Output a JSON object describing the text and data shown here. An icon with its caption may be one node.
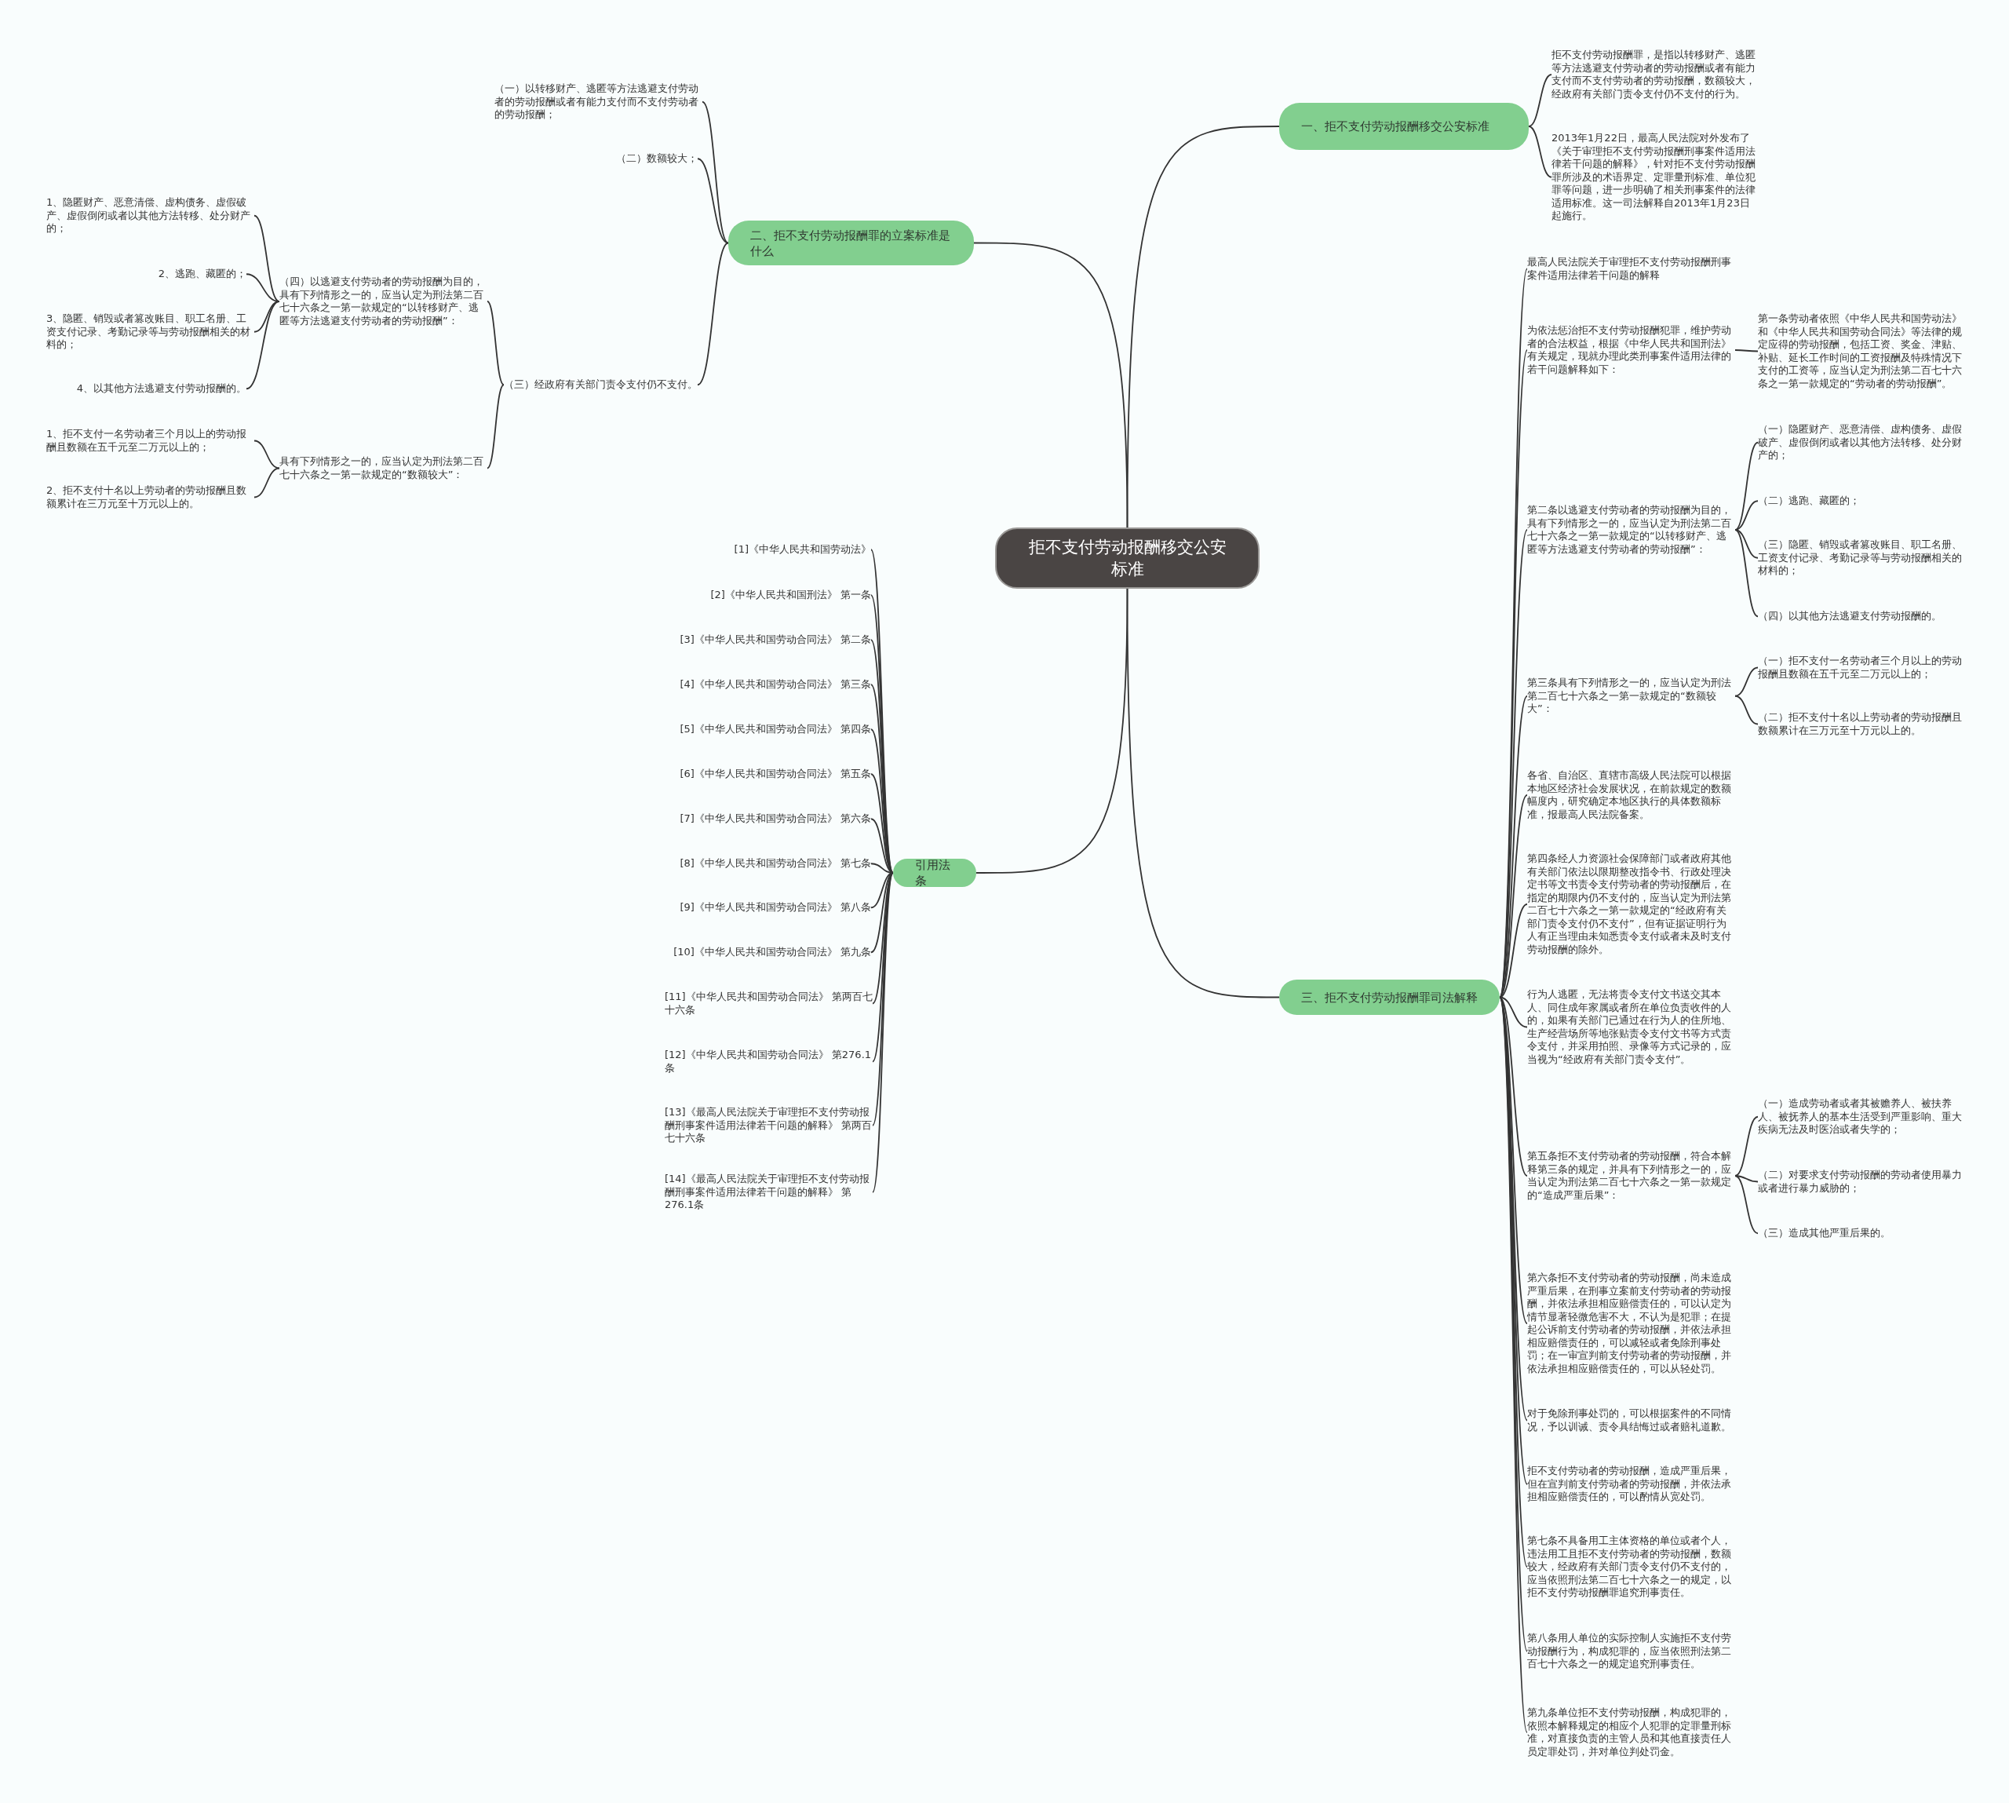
{
  "diagram": {
    "nodes": [
      {
        "text": [
          "拒不支付劳动报酬移交公安标准"
        ]
      },
      {
        "text": [
          "一、拒不支付劳动报酬移交公安标准"
        ]
      },
      {
        "text": [
          "拒不支付劳动报酬罪，是指以转移财产、逃匿等方法逃避支付劳动者的劳动报酬或者有能力支付而不支付劳动者的劳动报酬，数额较大，经政府有关部门责令支付仍不支付的行为。"
        ]
      },
      {
        "text": [
          "2013年1月22日，最高人民法院对外发布了《关于审理拒不支付劳动报酬刑事案件适用法律若干问题的解释》，针对拒不支付劳动报酬罪所涉及的术语界定、定罪量刑标准、单位犯罪等问题，进一步明确了相关刑事案件的法律适用标准。这一司法解释自2013年1月23日起施行。"
        ]
      },
      {
        "text": [
          "二、拒不支付劳动报酬罪的立案标准是什么"
        ]
      },
      {
        "text": [
          "（一）以转移财产、逃匿等方法逃避支付劳动者的劳动报酬或者有能力支付而不支付劳动者的劳动报酬；"
        ]
      },
      {
        "text": [
          "（二）数额较大；"
        ]
      },
      {
        "text": [
          "（三）经政府有关部门责令支付仍不支付。"
        ]
      },
      {
        "text": [
          "（四）以逃避支付劳动者的劳动报酬为目的，具有下列情形之一的，应当认定为刑法第二百七十六条之一第一款规定的“以转移财产、逃匿等方法逃避支付劳动者的劳动报酬”："
        ]
      },
      {
        "text": [
          "1、隐匿财产、恶意清偿、虚构债务、虚假破产、虚假倒闭或者以其他方法转移、处分财产的；"
        ]
      },
      {
        "text": [
          "2、逃跑、藏匿的；"
        ]
      },
      {
        "text": [
          "3、隐匿、销毁或者篡改账目、职工名册、工资支付记录、考勤记录等与劳动报酬相关的材料的；"
        ]
      },
      {
        "text": [
          "4、以其他方法逃避支付劳动报酬的。"
        ]
      },
      {
        "text": [
          "具有下列情形之一的，应当认定为刑法第二百七十六条之一第一款规定的“数额较大”："
        ]
      },
      {
        "text": [
          "1、拒不支付一名劳动者三个月以上的劳动报酬且数额在五千元至二万元以上的；"
        ]
      },
      {
        "text": [
          "2、拒不支付十名以上劳动者的劳动报酬且数额累计在三万元至十万元以上的。"
        ]
      },
      {
        "text": [
          "引用法条"
        ]
      },
      {
        "text": [
          "[1]《中华人民共和国劳动法》"
        ]
      },
      {
        "text": [
          "[2]《中华人民共和国刑法》 第一条"
        ]
      },
      {
        "text": [
          "[3]《中华人民共和国劳动合同法》 第二条"
        ]
      },
      {
        "text": [
          "[4]《中华人民共和国劳动合同法》 第三条"
        ]
      },
      {
        "text": [
          "[5]《中华人民共和国劳动合同法》 第四条"
        ]
      },
      {
        "text": [
          "[6]《中华人民共和国劳动合同法》 第五条"
        ]
      },
      {
        "text": [
          "[7]《中华人民共和国劳动合同法》 第六条"
        ]
      },
      {
        "text": [
          "[8]《中华人民共和国劳动合同法》 第七条"
        ]
      },
      {
        "text": [
          "[9]《中华人民共和国劳动合同法》 第八条"
        ]
      },
      {
        "text": [
          "[10]《中华人民共和国劳动合同法》 第九条"
        ]
      },
      {
        "text": [
          "[11]《中华人民共和国劳动合同法》 第两百七十六条"
        ]
      },
      {
        "text": [
          "[12]《中华人民共和国劳动合同法》 第276.1条"
        ]
      },
      {
        "text": [
          "[13]《最高人民法院关于审理拒不支付劳动报酬刑事案件适用法律若干问题的解释》 第两百七十六条"
        ]
      },
      {
        "text": [
          "[14]《最高人民法院关于审理拒不支付劳动报酬刑事案件适用法律若干问题的解释》 第276.1条"
        ]
      },
      {
        "text": [
          "三、拒不支付劳动报酬罪司法解释"
        ]
      },
      {
        "text": [
          "最高人民法院关于审理拒不支付劳动报酬刑事案件适用法律若干问题的解释"
        ]
      },
      {
        "text": [
          "为依法惩治拒不支付劳动报酬犯罪，维护劳动者的合法权益，根据《中华人民共和国刑法》有关规定，现就办理此类刑事案件适用法律的若干问题解释如下："
        ]
      },
      {
        "text": [
          "第一条劳动者依照《中华人民共和国劳动法》和《中华人民共和国劳动合同法》等法律的规定应得的劳动报酬，包括工资、奖金、津贴、补贴、延长工作时间的工资报酬及特殊情况下支付的工资等，应当认定为刑法第二百七十六条之一第一款规定的“劳动者的劳动报酬”。"
        ]
      },
      {
        "text": [
          "第二条以逃避支付劳动者的劳动报酬为目的，具有下列情形之一的，应当认定为刑法第二百七十六条之一第一款规定的“以转移财产、逃匿等方法逃避支付劳动者的劳动报酬”："
        ]
      },
      {
        "text": [
          "（一）隐匿财产、恶意清偿、虚构债务、虚假破产、虚假倒闭或者以其他方法转移、处分财产的；"
        ]
      },
      {
        "text": [
          "（二）逃跑、藏匿的；"
        ]
      },
      {
        "text": [
          "（三）隐匿、销毁或者篡改账目、职工名册、工资支付记录、考勤记录等与劳动报酬相关的材料的；"
        ]
      },
      {
        "text": [
          "（四）以其他方法逃避支付劳动报酬的。"
        ]
      },
      {
        "text": [
          "第三条具有下列情形之一的，应当认定为刑法第二百七十六条之一第一款规定的“数额较大”："
        ]
      },
      {
        "text": [
          "（一）拒不支付一名劳动者三个月以上的劳动报酬且数额在五千元至二万元以上的；"
        ]
      },
      {
        "text": [
          "（二）拒不支付十名以上劳动者的劳动报酬且数额累计在三万元至十万元以上的。"
        ]
      },
      {
        "text": [
          "各省、自治区、直辖市高级人民法院可以根据本地区经济社会发展状况，在前款规定的数额幅度内，研究确定本地区执行的具体数额标准，报最高人民法院备案。"
        ]
      },
      {
        "text": [
          "第四条经人力资源社会保障部门或者政府其他有关部门依法以限期整改指令书、行政处理决定书等文书责令支付劳动者的劳动报酬后，在指定的期限内仍不支付的，应当认定为刑法第二百七十六条之一第一款规定的“经政府有关部门责令支付仍不支付”，但有证据证明行为人有正当理由未知悉责令支付或者未及时支付劳动报酬的除外。"
        ]
      },
      {
        "text": [
          "行为人逃匿，无法将责令支付文书送交其本人、同住成年家属或者所在单位负责收件的人的，如果有关部门已通过在行为人的住所地、生产经营场所等地张贴责令支付文书等方式责令支付，并采用拍照、录像等方式记录的，应当视为“经政府有关部门责令支付”。"
        ]
      },
      {
        "text": [
          "第五条拒不支付劳动者的劳动报酬，符合本解释第三条的规定，并具有下列情形之一的，应当认定为刑法第二百七十六条之一第一款规定的“造成严重后果”："
        ]
      },
      {
        "text": [
          "（一）造成劳动者或者其被赡养人、被扶养人、被抚养人的基本生活受到严重影响、重大疾病无法及时医治或者失学的；"
        ]
      },
      {
        "text": [
          "（二）对要求支付劳动报酬的劳动者使用暴力或者进行暴力威胁的；"
        ]
      },
      {
        "text": [
          "（三）造成其他严重后果的。"
        ]
      },
      {
        "text": [
          "第六条拒不支付劳动者的劳动报酬，尚未造成严重后果，在刑事立案前支付劳动者的劳动报酬，并依法承担相应赔偿责任的，可以认定为情节显著轻微危害不大，不认为是犯罪；在提起公诉前支付劳动者的劳动报酬，并依法承担相应赔偿责任的，可以减轻或者免除刑事处罚；在一审宣判前支付劳动者的劳动报酬，并依法承担相应赔偿责任的，可以从轻处罚。"
        ]
      },
      {
        "text": [
          "对于免除刑事处罚的，可以根据案件的不同情况，予以训诫、责令具结悔过或者赔礼道歉。"
        ]
      },
      {
        "text": [
          "拒不支付劳动者的劳动报酬，造成严重后果，但在宣判前支付劳动者的劳动报酬，并依法承担相应赔偿责任的，可以酌情从宽处罚。"
        ]
      },
      {
        "text": [
          "第七条不具备用工主体资格的单位或者个人，违法用工且拒不支付劳动者的劳动报酬，数额较大，经政府有关部门责令支付仍不支付的，应当依照刑法第二百七十六条之一的规定，以拒不支付劳动报酬罪追究刑事责任。"
        ]
      },
      {
        "text": [
          "第八条用人单位的实际控制人实施拒不支付劳动报酬行为，构成犯罪的，应当依照刑法第二百七十六条之一的规定追究刑事责任。"
        ]
      },
      {
        "text": [
          "第九条单位拒不支付劳动报酬，构成犯罪的，依照本解释规定的相应个人犯罪的定罪量刑标准，对直接负责的主管人员和其他直接责任人员定罪处罚，并对单位判处罚金。"
        ]
      }
    ],
    "edges": [
      {
        "from": 0,
        "to": 1,
        "arrow": "none"
      },
      {
        "from": 1,
        "to": 2,
        "arrow": "none"
      },
      {
        "from": 1,
        "to": 3,
        "arrow": "none"
      },
      {
        "from": 0,
        "to": 4,
        "arrow": "none"
      },
      {
        "from": 4,
        "to": 5,
        "arrow": "none"
      },
      {
        "from": 4,
        "to": 6,
        "arrow": "none"
      },
      {
        "from": 4,
        "to": 7,
        "arrow": "none"
      },
      {
        "from": 7,
        "to": 8,
        "arrow": "none"
      },
      {
        "from": 8,
        "to": 9,
        "arrow": "none"
      },
      {
        "from": 8,
        "to": 10,
        "arrow": "none"
      },
      {
        "from": 8,
        "to": 11,
        "arrow": "none"
      },
      {
        "from": 8,
        "to": 12,
        "arrow": "none"
      },
      {
        "from": 7,
        "to": 13,
        "arrow": "none"
      },
      {
        "from": 13,
        "to": 14,
        "arrow": "none"
      },
      {
        "from": 13,
        "to": 15,
        "arrow": "none"
      },
      {
        "from": 0,
        "to": 16,
        "arrow": "none"
      },
      {
        "from": 16,
        "to": 17,
        "arrow": "none"
      },
      {
        "from": 16,
        "to": 18,
        "arrow": "none"
      },
      {
        "from": 16,
        "to": 19,
        "arrow": "none"
      },
      {
        "from": 16,
        "to": 20,
        "arrow": "none"
      },
      {
        "from": 16,
        "to": 21,
        "arrow": "none"
      },
      {
        "from": 16,
        "to": 22,
        "arrow": "none"
      },
      {
        "from": 16,
        "to": 23,
        "arrow": "none"
      },
      {
        "from": 16,
        "to": 24,
        "arrow": "none"
      },
      {
        "from": 16,
        "to": 25,
        "arrow": "none"
      },
      {
        "from": 16,
        "to": 26,
        "arrow": "none"
      },
      {
        "from": 16,
        "to": 27,
        "arrow": "none"
      },
      {
        "from": 16,
        "to": 28,
        "arrow": "none"
      },
      {
        "from": 16,
        "to": 29,
        "arrow": "none"
      },
      {
        "from": 16,
        "to": 30,
        "arrow": "none"
      },
      {
        "from": 0,
        "to": 31,
        "arrow": "none"
      },
      {
        "from": 31,
        "to": 32,
        "arrow": "none"
      },
      {
        "from": 31,
        "to": 33,
        "arrow": "none"
      },
      {
        "from": 33,
        "to": 34,
        "arrow": "none"
      },
      {
        "from": 31,
        "to": 35,
        "arrow": "none"
      },
      {
        "from": 35,
        "to": 36,
        "arrow": "none"
      },
      {
        "from": 35,
        "to": 37,
        "arrow": "none"
      },
      {
        "from": 35,
        "to": 38,
        "arrow": "none"
      },
      {
        "from": 35,
        "to": 39,
        "arrow": "none"
      },
      {
        "from": 31,
        "to": 40,
        "arrow": "none"
      },
      {
        "from": 40,
        "to": 41,
        "arrow": "none"
      },
      {
        "from": 40,
        "to": 42,
        "arrow": "none"
      },
      {
        "from": 31,
        "to": 43,
        "arrow": "none"
      },
      {
        "from": 31,
        "to": 44,
        "arrow": "none"
      },
      {
        "from": 31,
        "to": 45,
        "arrow": "none"
      },
      {
        "from": 31,
        "to": 46,
        "arrow": "none"
      },
      {
        "from": 46,
        "to": 47,
        "arrow": "none"
      },
      {
        "from": 46,
        "to": 48,
        "arrow": "none"
      },
      {
        "from": 46,
        "to": 49,
        "arrow": "none"
      },
      {
        "from": 31,
        "to": 50,
        "arrow": "none"
      },
      {
        "from": 31,
        "to": 51,
        "arrow": "none"
      },
      {
        "from": 31,
        "to": 52,
        "arrow": "none"
      },
      {
        "from": 31,
        "to": 53,
        "arrow": "none"
      },
      {
        "from": 31,
        "to": 54,
        "arrow": "none"
      },
      {
        "from": 31,
        "to": 55,
        "arrow": "none"
      }
    ]
  }
}
